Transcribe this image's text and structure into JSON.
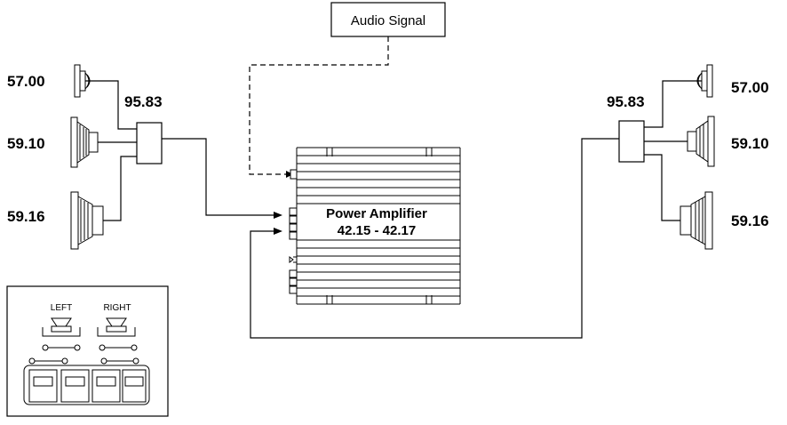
{
  "audio_signal_label": "Audio Signal",
  "amplifier": {
    "title": "Power Amplifier",
    "ref": "42.15 - 42.17"
  },
  "left_channel": {
    "crossover_ref": "95.83",
    "tweeter_ref": "57.00",
    "midrange_ref": "59.10",
    "woofer_ref": "59.16"
  },
  "right_channel": {
    "crossover_ref": "95.83",
    "tweeter_ref": "57.00",
    "midrange_ref": "59.10",
    "woofer_ref": "59.16"
  },
  "inset": {
    "left_label": "LEFT",
    "right_label": "RIGHT"
  }
}
